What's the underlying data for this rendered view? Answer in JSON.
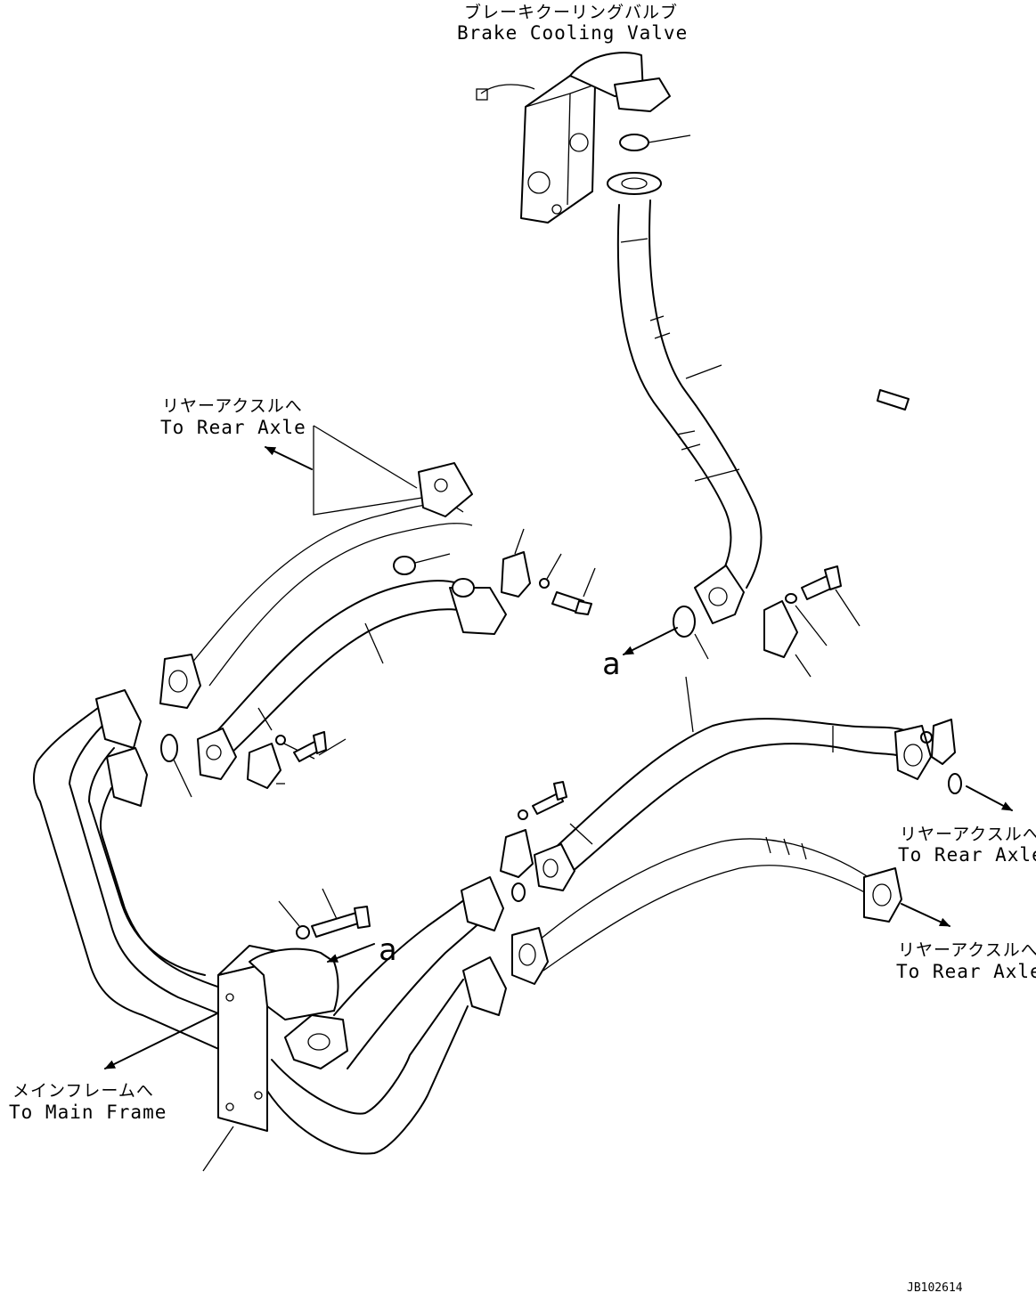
{
  "labels": {
    "brake_cooling_valve_jp": "ブレーキクーリングバルブ",
    "brake_cooling_valve_en": "Brake Cooling Valve",
    "rear_axle_1_jp": "リヤーアクスルへ",
    "rear_axle_1_en": "To Rear Axle",
    "rear_axle_2_jp": "リヤーアクスルへ",
    "rear_axle_2_en": "To Rear Axle",
    "rear_axle_3_jp": "リヤーアクスルへ",
    "rear_axle_3_en": "To Rear Axle",
    "main_frame_jp": "メインフレームへ",
    "main_frame_en": "To Main Frame",
    "view_a_1": "a",
    "view_a_2": "a",
    "drawing_code": "JB102614"
  }
}
